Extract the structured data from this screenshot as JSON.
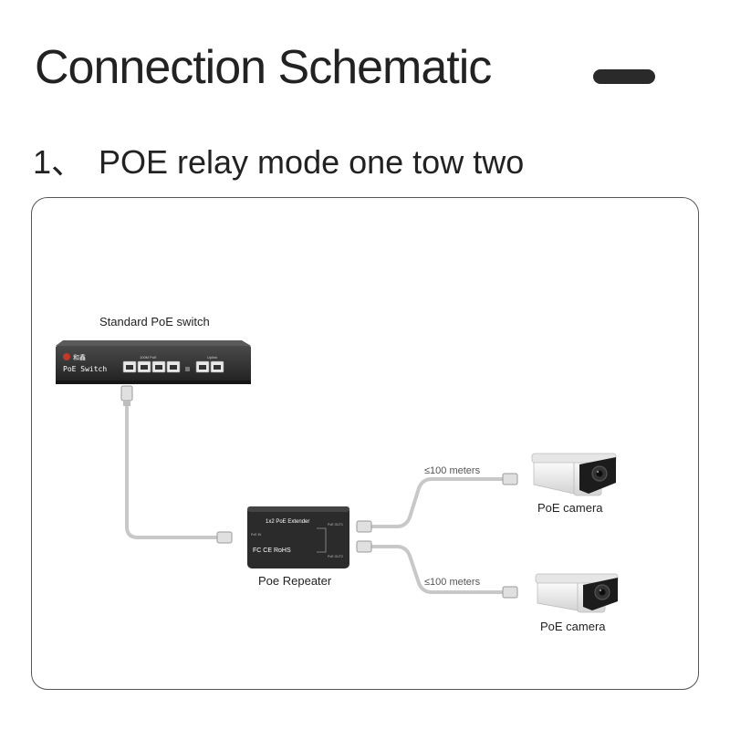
{
  "page": {
    "title": "Connection Schematic",
    "section": {
      "number": "1、",
      "title": "POE relay mode one tow two"
    }
  },
  "diagram": {
    "switch": {
      "label": "Standard PoE switch",
      "brand_mark": "和鑫",
      "model_text": "PoE Switch",
      "port_group_poe": "100M PoE",
      "port_group_uplink": "Uplink"
    },
    "repeater": {
      "label": "Poe Repeater",
      "model_text": "1x2 PoE Extender",
      "cert_text": "FC CE RoHS",
      "port_in": "PoE IN",
      "port_out1": "PoE OUT1",
      "port_out2": "PoE OUT2"
    },
    "links": [
      {
        "distance": "≤100 meters"
      },
      {
        "distance": "≤100 meters"
      }
    ],
    "cameras": [
      {
        "label": "PoE camera"
      },
      {
        "label": "PoE camera"
      }
    ]
  },
  "colors": {
    "text": "#222222",
    "panel_border": "#555555",
    "cable": "#c8c8c8",
    "device_dark": "#2b2b2b",
    "camera_body": "#f2f2f2",
    "camera_front": "#1c1c1c",
    "accent_red": "#c0392b"
  }
}
